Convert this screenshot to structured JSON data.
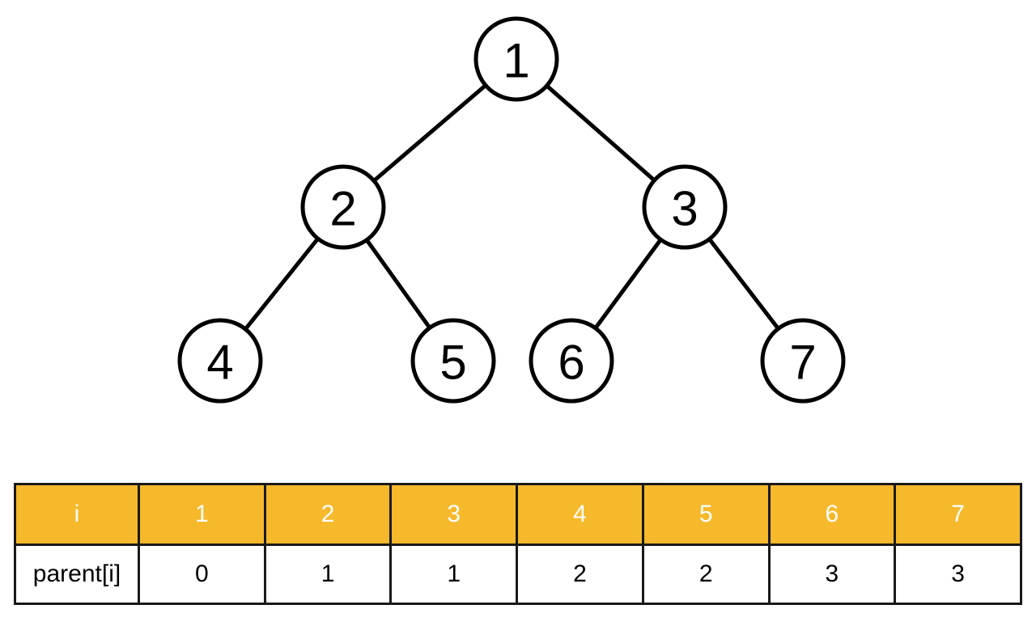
{
  "tree": {
    "nodes": [
      {
        "id": 1,
        "label": "1"
      },
      {
        "id": 2,
        "label": "2"
      },
      {
        "id": 3,
        "label": "3"
      },
      {
        "id": 4,
        "label": "4"
      },
      {
        "id": 5,
        "label": "5"
      },
      {
        "id": 6,
        "label": "6"
      },
      {
        "id": 7,
        "label": "7"
      }
    ],
    "edges": [
      {
        "from": 1,
        "to": 2
      },
      {
        "from": 1,
        "to": 3
      },
      {
        "from": 2,
        "to": 4
      },
      {
        "from": 2,
        "to": 5
      },
      {
        "from": 3,
        "to": 6
      },
      {
        "from": 3,
        "to": 7
      }
    ]
  },
  "table": {
    "header_label": "i",
    "row_label": "parent[i]",
    "indices": [
      "1",
      "2",
      "3",
      "4",
      "5",
      "6",
      "7"
    ],
    "parents": [
      "0",
      "1",
      "1",
      "2",
      "2",
      "3",
      "3"
    ],
    "colors": {
      "header_fill": "#f6b92b",
      "header_text": "#ffffff",
      "border": "#1a1a1a"
    }
  }
}
